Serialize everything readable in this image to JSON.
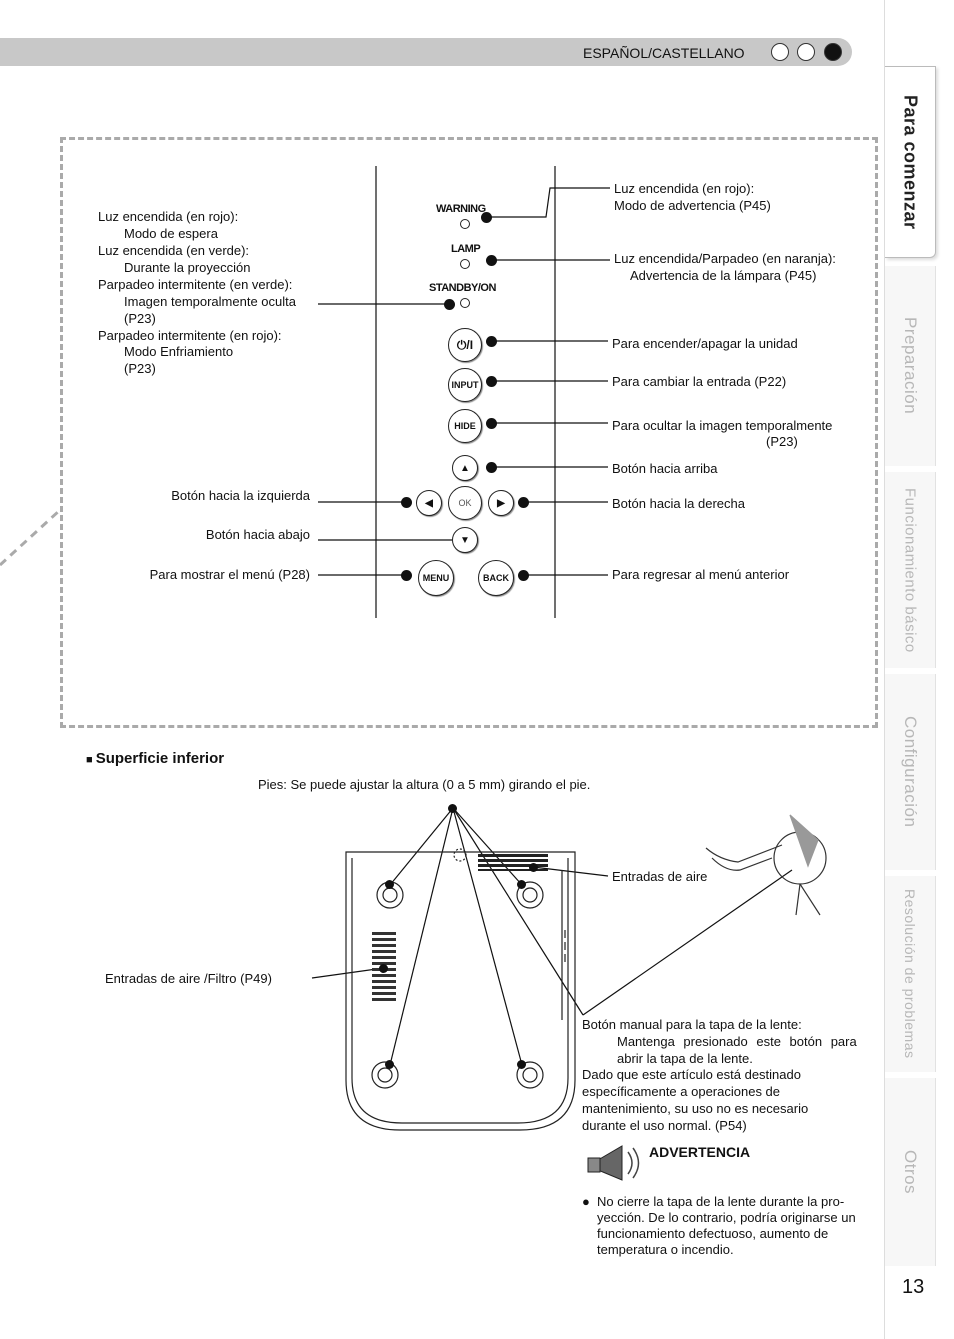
{
  "header": {
    "language": "ESPAÑOL/CASTELLANO"
  },
  "side_tabs": [
    {
      "label": "Para comenzar",
      "active": true
    },
    {
      "label": "Preparación",
      "active": false
    },
    {
      "label": "Funcionamiento básico",
      "active": false
    },
    {
      "label": "Configuración",
      "active": false
    },
    {
      "label": "Resolución de problemas",
      "active": false
    },
    {
      "label": "Otros",
      "active": false
    }
  ],
  "page_number": "13",
  "panel": {
    "indicators": {
      "warning": "WARNING",
      "lamp": "LAMP",
      "standby": "STANDBY/ON"
    },
    "buttons": {
      "power": "⏻/I",
      "input": "INPUT",
      "hide": "HIDE",
      "ok": "OK",
      "menu": "MENU",
      "back": "BACK"
    },
    "left_labels": {
      "standby_lines": [
        "Luz encendida (en rojo):",
        "Modo de espera",
        "Luz encendida (en verde):",
        "Durante la proyección",
        "Parpadeo intermitente (en verde):",
        "Imagen temporalmente oculta",
        "(P23)",
        "Parpadeo intermitente (en rojo):",
        "Modo Enfriamiento",
        "(P23)"
      ],
      "left_button": "Botón hacia la izquierda",
      "down_button": "Botón hacia abajo",
      "menu_button": "Para mostrar el menú (P28)"
    },
    "right_labels": {
      "warning_line1": "Luz encendida (en rojo):",
      "warning_line2": "Modo de advertencia (P45)",
      "lamp_line1": "Luz encendida/Parpadeo (en naranja):",
      "lamp_line2": "Advertencia de la lámpara (P45)",
      "power": "Para encender/apagar la unidad",
      "input": "Para cambiar la entrada (P22)",
      "hide_line1": "Para ocultar la imagen temporalmente",
      "hide_line2": "(P23)",
      "up": "Botón hacia arriba",
      "right": "Botón hacia la derecha",
      "back": "Para regresar al menú anterior"
    }
  },
  "bottom": {
    "section_title": "Superficie inferior",
    "feet_caption": "Pies: Se puede ajustar la altura (0 a 5 mm) girando el pie.",
    "air_intakes": "Entradas de aire",
    "air_filter": "Entradas de aire /Filtro (P49)",
    "lens_cover_lines": [
      "Botón manual para la tapa de la lente:",
      "Mantenga presionado este botón para",
      "abrir la tapa de la lente.",
      "Dado que este artículo está destinado",
      "específicamente a operaciones de",
      "mantenimiento, su uso no es necesario",
      "durante el uso normal. (P54)"
    ],
    "warning_title": "ADVERTENCIA",
    "warning_text": "No cierre la tapa de la lente durante la pro- yección. De lo contrario, podría originarse un funcionamiento defectuoso, aumento de temperatura o incendio."
  }
}
